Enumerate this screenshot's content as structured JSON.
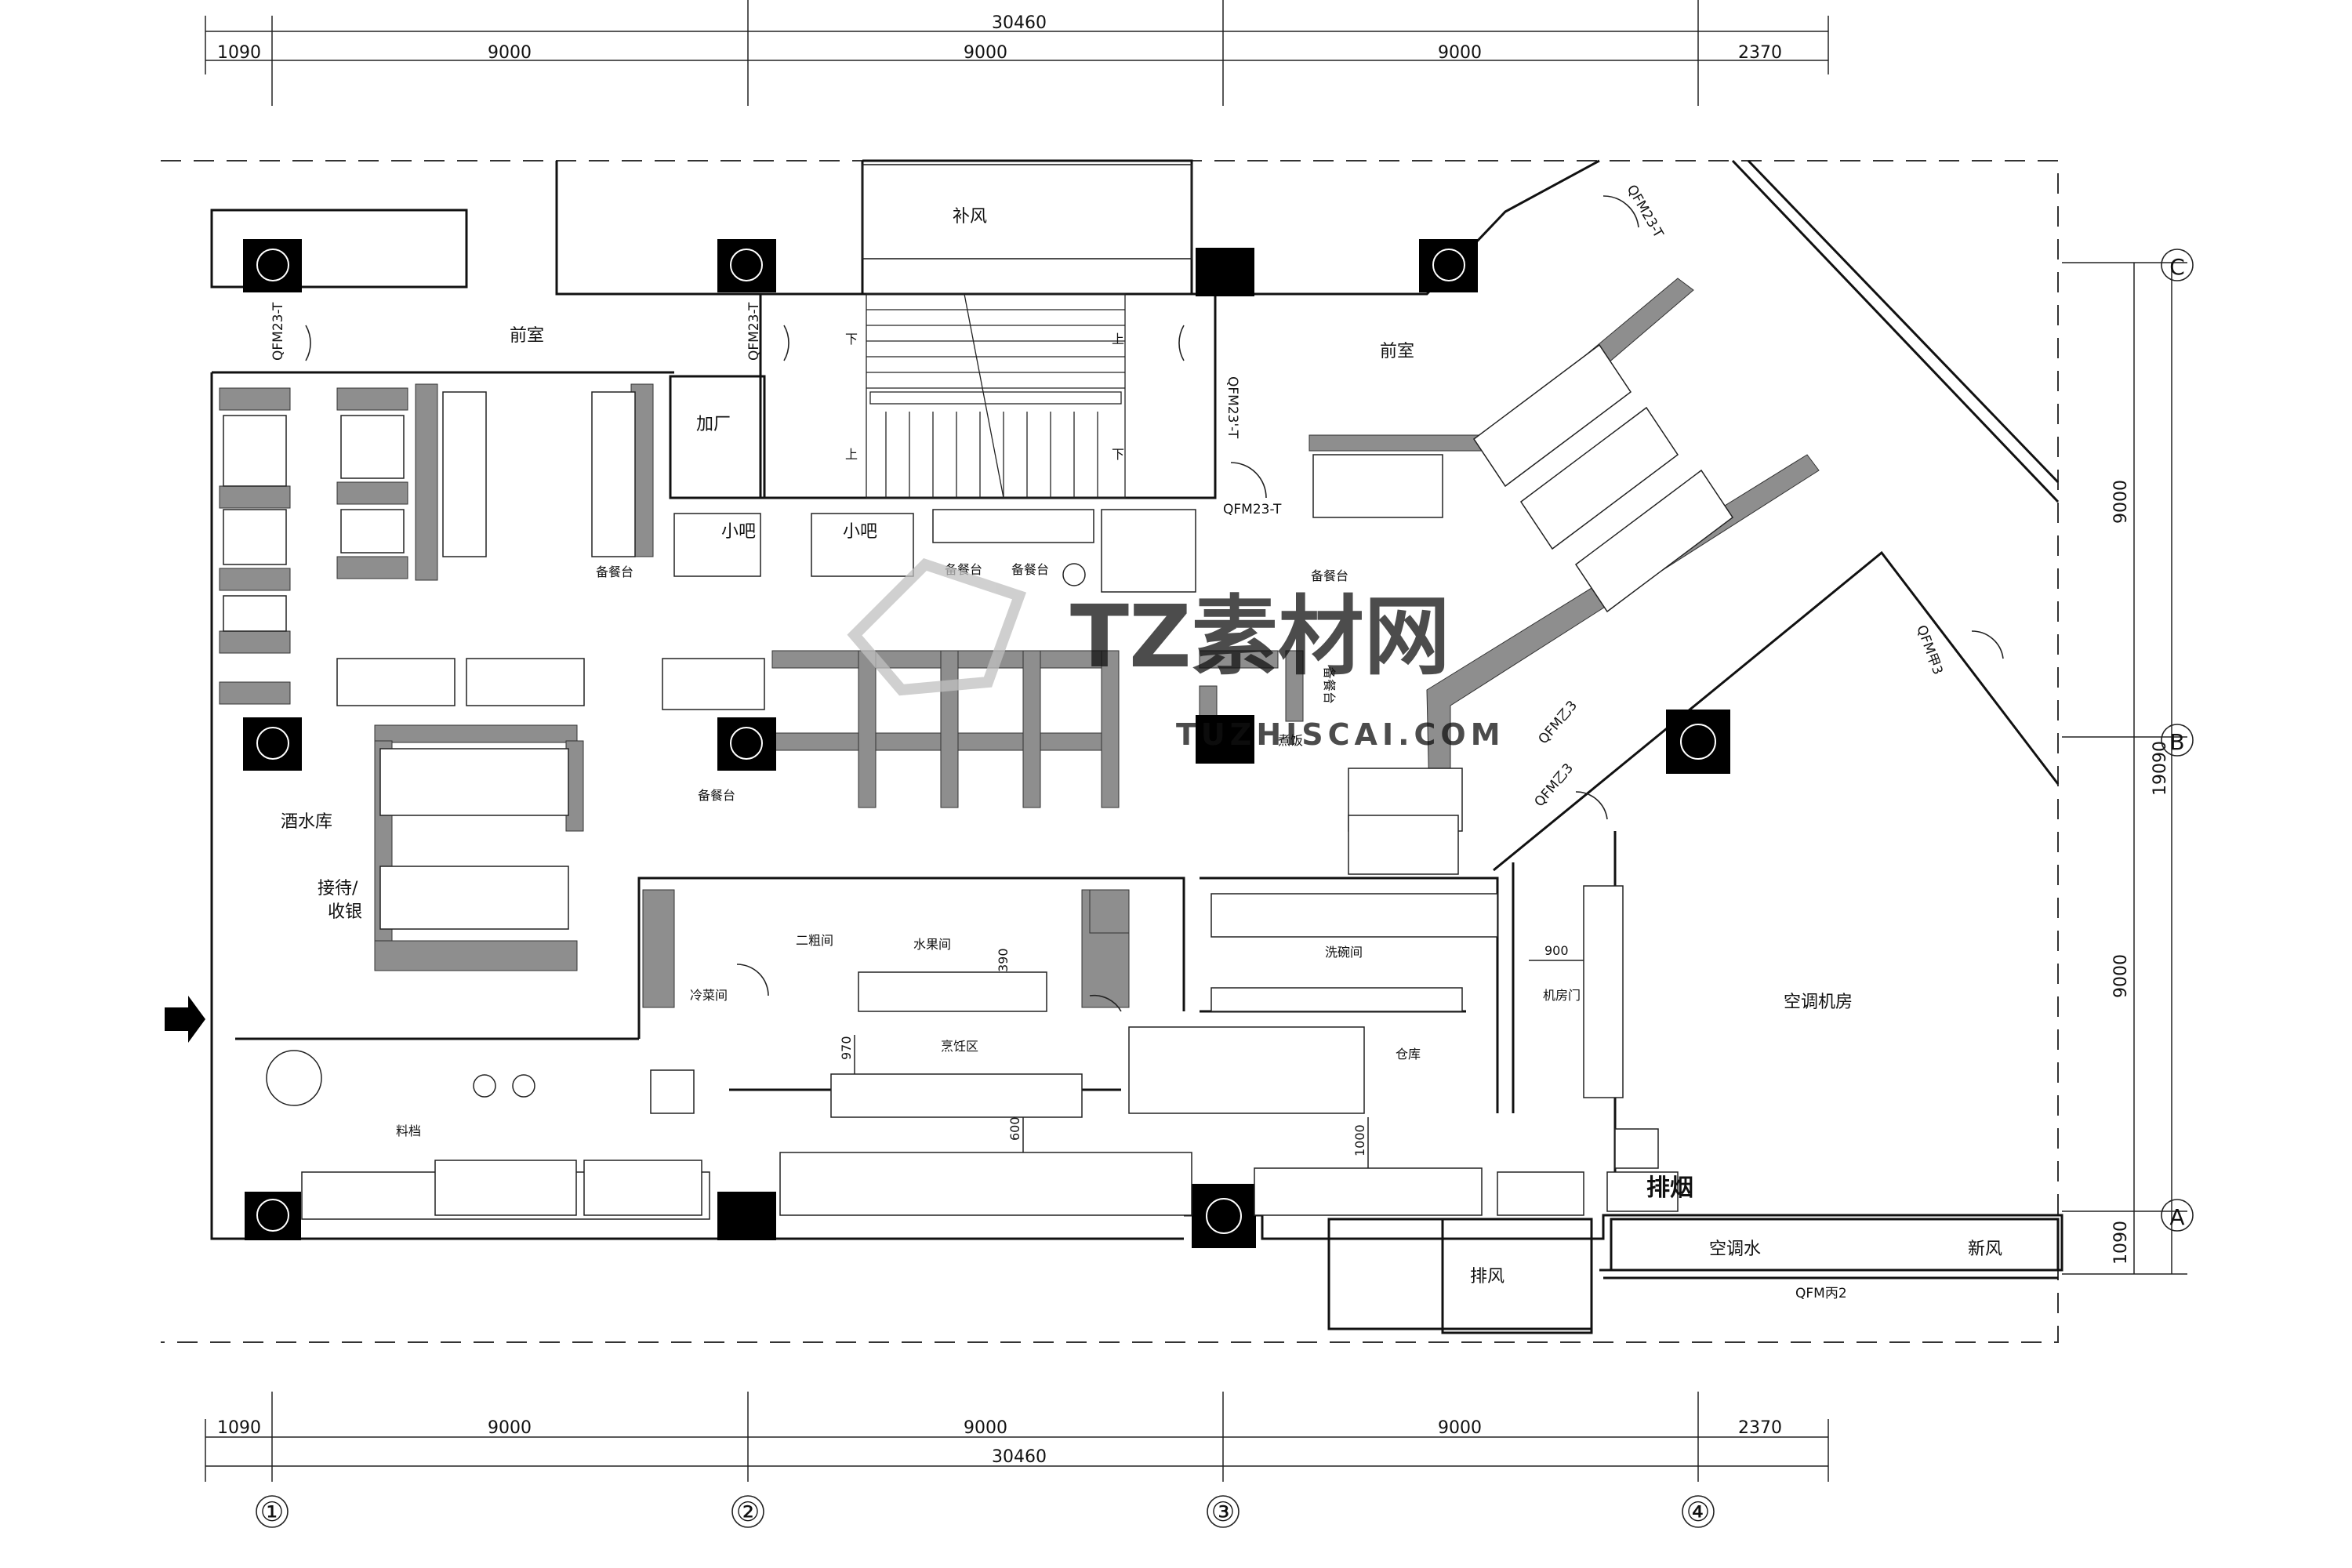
{
  "dimensions": {
    "top": {
      "segments": [
        "1090",
        "9000",
        "9000",
        "9000",
        "2370"
      ],
      "total": "30460"
    },
    "bottom": {
      "segments": [
        "1090",
        "9000",
        "9000",
        "9000",
        "2370"
      ],
      "total": "30460"
    },
    "right": {
      "segments": [
        "9000",
        "9000",
        "1090"
      ],
      "total": "19090"
    }
  },
  "grid_axes": {
    "columns": [
      "①",
      "②",
      "③",
      "④"
    ],
    "rows": [
      "C",
      "B",
      "A"
    ]
  },
  "rooms": {
    "supply_air": "补风",
    "front_room_left": "前室",
    "front_room_right": "前室",
    "wine_store": "酒水库",
    "reception": "接待/",
    "cashier": "收银",
    "add_room": "加厂",
    "bar_1": "小吧",
    "bar_2": "小吧",
    "prep_left": "备餐台",
    "prep_mid_1": "备餐台",
    "prep_mid_2": "备餐台",
    "prep_right": "备餐台",
    "prep_bottom": "备餐台",
    "prep_vertical": "备餐台",
    "second_rough": "二粗间",
    "fruit_room": "水果间",
    "cold_dish": "冷菜间",
    "hot_kitchen": "烹饪区",
    "dish_washing": "洗碗间",
    "storage": "仓库",
    "ac_room": "空调机房",
    "smoke_exhaust": "排烟",
    "exhaust_air": "排风",
    "ac_water": "空调水",
    "fresh_air": "新风",
    "stair_down_1": "下",
    "stair_down_2": "下",
    "stair_up_1": "上",
    "stair_up_2": "上",
    "rice": "煮饭",
    "raw_material": "料档",
    "utility_door": "机房门"
  },
  "doors": {
    "d1": "QFM23-T",
    "d2": "QFM23-T",
    "d3": "QFM23'-T",
    "d4": "QFM23-T",
    "d5": "QFM23-T",
    "d6": "QFM甲3",
    "d7": "QFM乙3",
    "d8": "QFM乙3",
    "d9": "QFM丙2"
  },
  "inner_dims": {
    "d900": "900",
    "d970": "970",
    "d600": "600",
    "d1000": "1000",
    "d390": "390"
  },
  "entrance_label": "入口",
  "watermark": {
    "brand": "TZ素材网",
    "url": "TUZHISCAI.COM"
  }
}
